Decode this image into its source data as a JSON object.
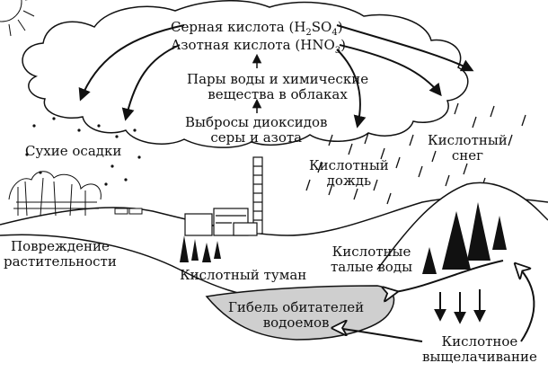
{
  "cloud": {
    "sulfuric_label": "Серная кислота (H",
    "sulfuric_sub": "2",
    "sulfuric_mid": "SO",
    "sulfuric_sub2": "4",
    "sulfuric_end": ")",
    "nitric_label": "Азотная кислота (HNO",
    "nitric_sub": "3",
    "nitric_end": ")",
    "vapor_line1": "Пары воды и химические",
    "vapor_line2": "вещества в облаках",
    "emissions_line1": "Выбросы диоксидов",
    "emissions_line2": "серы и азота"
  },
  "labels": {
    "dry_deposition": "Сухие осадки",
    "acid_rain_line1": "Кислотный",
    "acid_rain_line2": "дождь",
    "acid_snow_line1": "Кислотный",
    "acid_snow_line2": "снег",
    "vegetation_line1": "Повреждение",
    "vegetation_line2": "растительности",
    "acid_fog": "Кислотный туман",
    "meltwater_line1": "Кислотные",
    "meltwater_line2": "талые воды",
    "death_line1": "Гибель обитателей",
    "death_line2": "водоемов",
    "leaching_line1": "Кислотное",
    "leaching_line2": "выщелачивание"
  },
  "colors": {
    "ink": "#111111",
    "water": "#cfcfcf",
    "background": "#ffffff"
  }
}
